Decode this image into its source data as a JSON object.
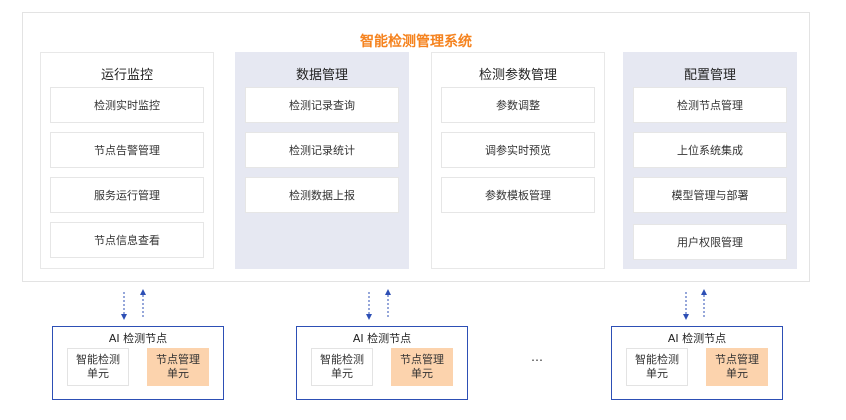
{
  "system": {
    "title": "智能检测管理系统",
    "columns": [
      {
        "title": "运行监控",
        "shaded": false,
        "items": [
          "检测实时监控",
          "节点告警管理",
          "服务运行管理",
          "节点信息查看"
        ]
      },
      {
        "title": "数据管理",
        "shaded": true,
        "items": [
          "检测记录查询",
          "检测记录统计",
          "检测数据上报"
        ]
      },
      {
        "title": "检测参数管理",
        "shaded": false,
        "items": [
          "参数调整",
          "调参实时预览",
          "参数模板管理"
        ]
      },
      {
        "title": "配置管理",
        "shaded": true,
        "items": [
          "检测节点管理",
          "上位系统集成",
          "模型管理与部署",
          "用户权限管理"
        ]
      }
    ]
  },
  "nodes": [
    {
      "title": "AI 检测节点",
      "unit_left": [
        "智能检测",
        "单元"
      ],
      "unit_right": [
        "节点管理",
        "单元"
      ]
    },
    {
      "title": "AI 检测节点",
      "unit_left": [
        "智能检测",
        "单元"
      ],
      "unit_right": [
        "节点管理",
        "单元"
      ]
    },
    {
      "title": "AI 检测节点",
      "unit_left": [
        "智能检测",
        "单元"
      ],
      "unit_right": [
        "节点管理",
        "单元"
      ]
    }
  ],
  "ellipsis": "…",
  "colors": {
    "accent_title": "#f5831f",
    "node_border": "#2d4fb5",
    "arrow": "#2d4fb5",
    "shaded_column": "#e6e8f2",
    "node_unit_highlight": "#fcd3ad"
  }
}
